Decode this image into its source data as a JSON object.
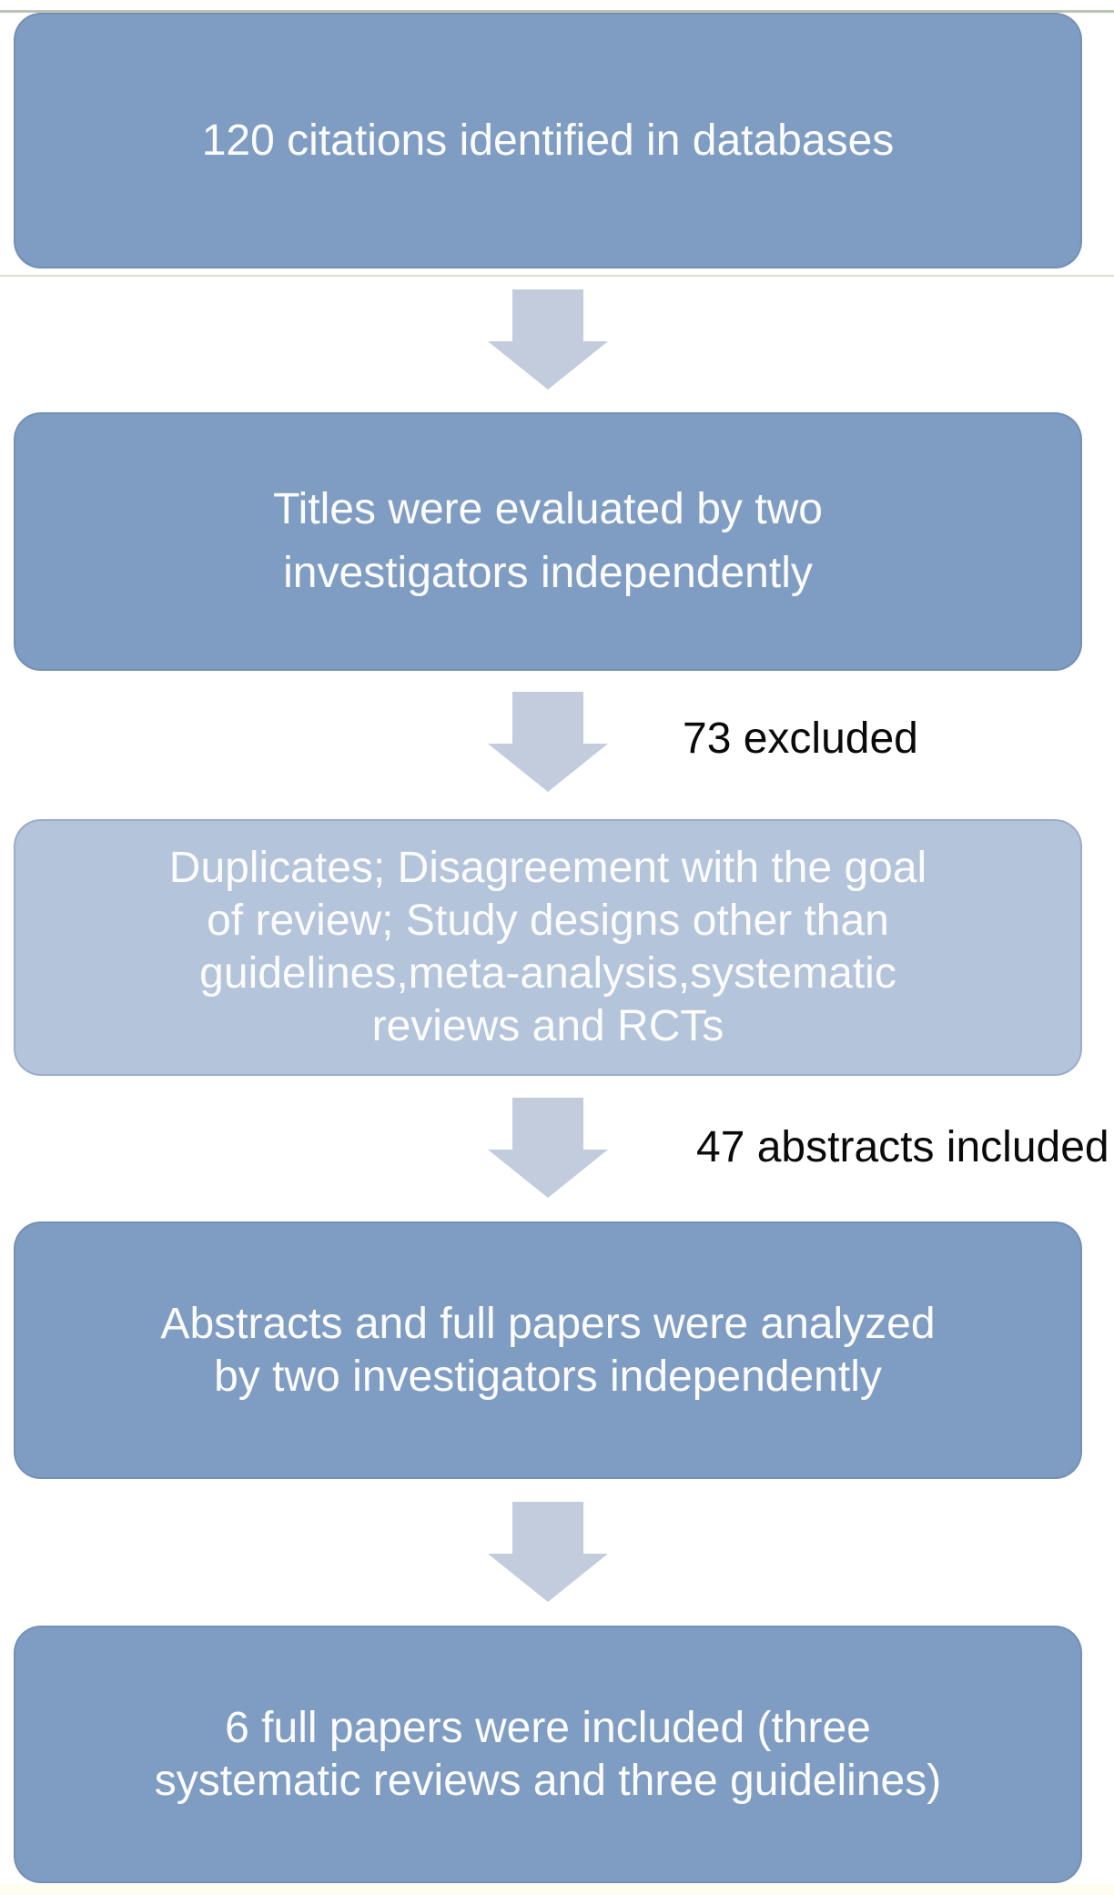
{
  "diagram": {
    "type": "flowchart",
    "boxes": [
      {
        "id": "citations-identified",
        "variant": "dark",
        "text": "120 citations identified in databases"
      },
      {
        "id": "titles-evaluated",
        "variant": "dark",
        "text": "Titles were evaluated by two\ninvestigators independently"
      },
      {
        "id": "exclusion-reasons",
        "variant": "light",
        "text": "Duplicates; Disagreement with the goal\nof review; Study designs other than\nguidelines,meta-analysis,systematic\nreviews and RCTs"
      },
      {
        "id": "abstracts-analyzed",
        "variant": "dark",
        "text": "Abstracts and full papers were analyzed\nby two investigators independently"
      },
      {
        "id": "full-papers-included",
        "variant": "dark",
        "text": "6 full papers were included (three\nsystematic reviews and three guidelines)"
      }
    ],
    "annotations": [
      {
        "id": "excluded-count",
        "text": "73 excluded"
      },
      {
        "id": "abstracts-included-count",
        "text": "47 abstracts included"
      }
    ],
    "arrows": {
      "count": 4,
      "direction": "down"
    },
    "colors": {
      "box_dark": "#7f9dc3",
      "box_light": "#b3c4db",
      "arrow": "#c2ccdd",
      "box_text": "#fcfcfc",
      "annotation_text": "#0a0a0a"
    }
  }
}
